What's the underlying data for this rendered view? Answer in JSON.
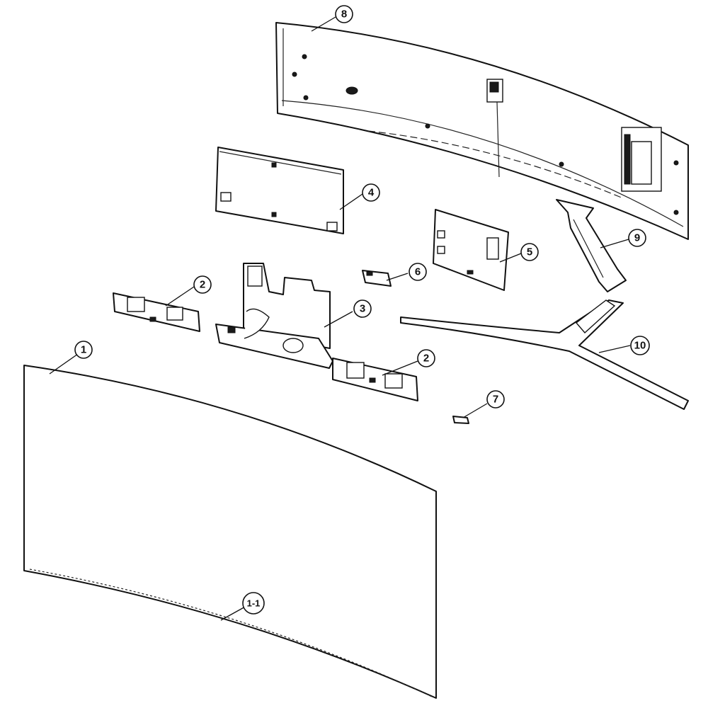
{
  "callouts": [
    {
      "id": "c1",
      "label": "1"
    },
    {
      "id": "c1_1",
      "label": "1-1"
    },
    {
      "id": "c2a",
      "label": "2"
    },
    {
      "id": "c2b",
      "label": "2"
    },
    {
      "id": "c3",
      "label": "3"
    },
    {
      "id": "c4",
      "label": "4"
    },
    {
      "id": "c5",
      "label": "5"
    },
    {
      "id": "c6",
      "label": "6"
    },
    {
      "id": "c7",
      "label": "7"
    },
    {
      "id": "c8",
      "label": "8"
    },
    {
      "id": "c9",
      "label": "9"
    },
    {
      "id": "c10",
      "label": "10"
    }
  ]
}
